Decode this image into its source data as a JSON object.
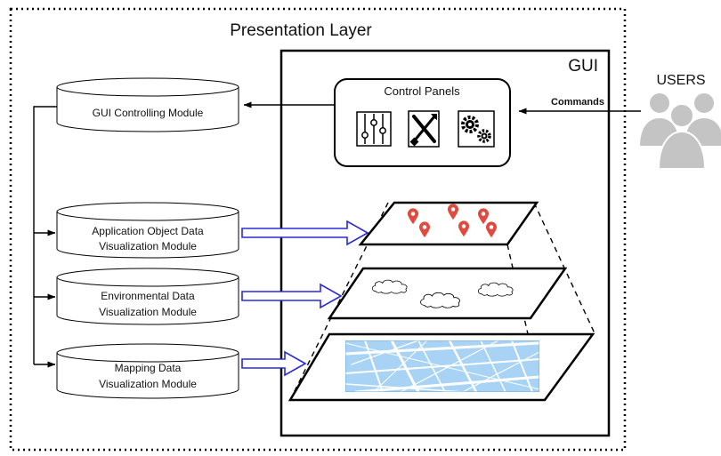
{
  "diagram": {
    "title": "Presentation Layer",
    "gui_label": "GUI",
    "users_label": "USERS",
    "commands_label": "Commands",
    "control_panels": {
      "title": "Control Panels",
      "icons": [
        "sliders-icon",
        "tools-icon",
        "gears-icon"
      ]
    },
    "modules": {
      "gui_controlling": {
        "line1": "GUI Controlling Module"
      },
      "application_object": {
        "line1": "Application Object Data",
        "line2": "Visualization Module"
      },
      "environmental": {
        "line1": "Environmental Data",
        "line2": "Visualization Module"
      },
      "mapping": {
        "line1": "Mapping Data",
        "line2": "Visualization Module"
      }
    },
    "layers": [
      "map-pins-layer",
      "clouds-layer",
      "street-map-layer"
    ],
    "colors": {
      "hollow_arrow": "#2a2ad6",
      "pin": "#e04a3f",
      "map_bg": "#a9d3f5",
      "map_road": "#ffffff",
      "user_icon": "#c4c4c4",
      "line": "#000000"
    }
  }
}
